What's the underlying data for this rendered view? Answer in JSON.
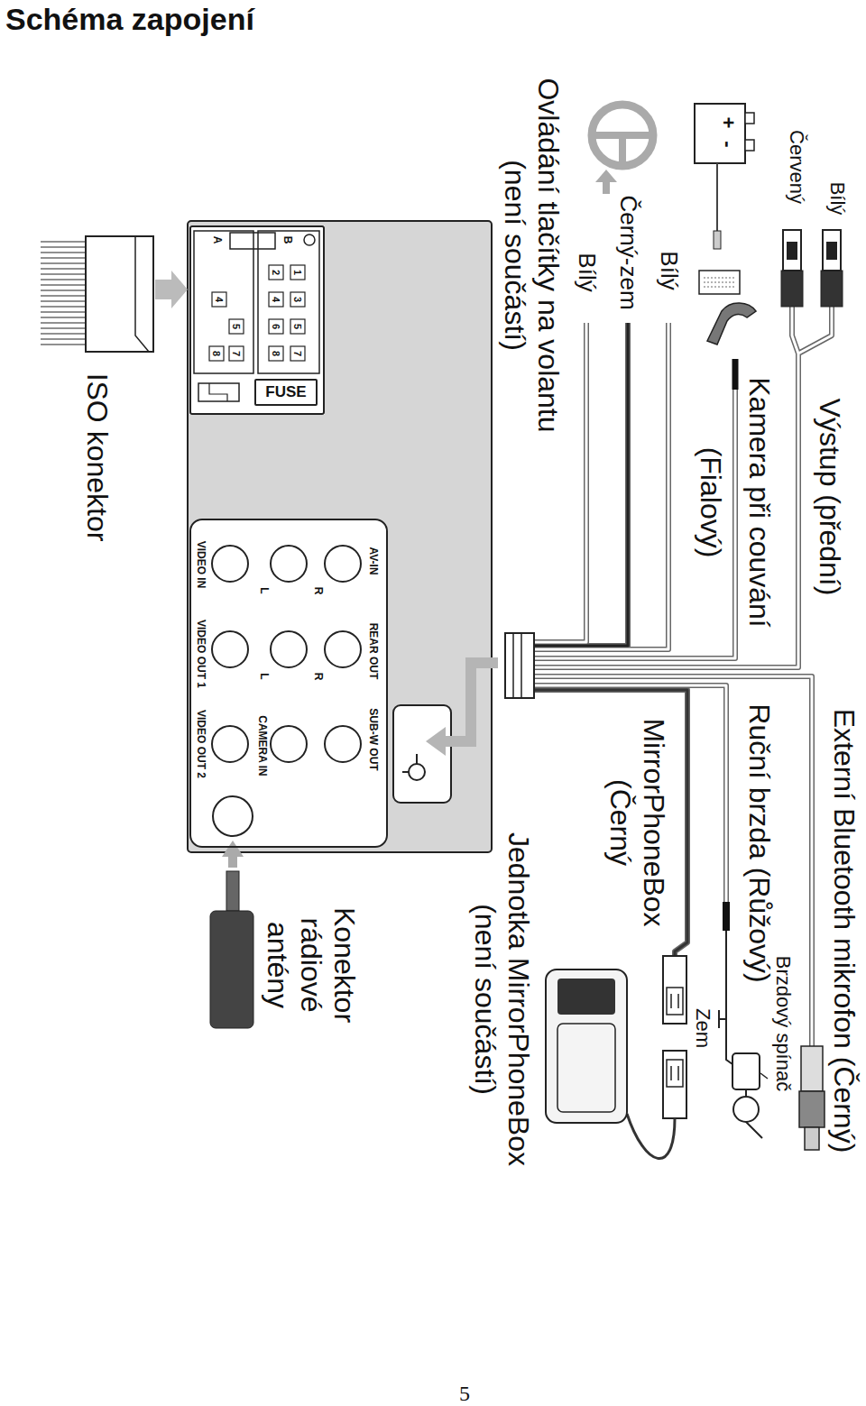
{
  "diagram": {
    "title": "Schéma zapojení",
    "nodes": [
      {
        "text": [
          "B",
          "A",
          "1",
          "2",
          "3",
          "4",
          "5",
          "6",
          "7",
          "8",
          "4",
          "5",
          "7",
          "8"
        ]
      },
      {
        "text": [
          "FUSE"
        ],
        "in": 0
      },
      {
        "text": [
          "AV-IN",
          "R",
          "L",
          "VIDEO IN",
          "REAR OUT",
          "R",
          "L",
          "VIDEO OUT 1",
          "SUB-W OUT",
          "CAMERA IN",
          "VIDEO OUT 2"
        ]
      }
    ],
    "labels": [
      "Bílý",
      "Červený",
      "Výstup (přední)",
      "+",
      "-",
      "Bílý",
      "Černý-zem",
      "Bílý",
      "Ovládání tlačítky na volantu (není součástí)",
      "Kamera při couvání (Fialový)",
      "Externí Bluetooth mikrofon (Černý)",
      "Ruční brzda (Růžový)",
      "Brzdový spínač",
      "Zem",
      "MirrorPhoneBox (Černý",
      "Jednotka MirrorPhoneBox (není součástí)",
      "ISO konektor",
      "Konektor rádiové antény",
      "5"
    ]
  }
}
